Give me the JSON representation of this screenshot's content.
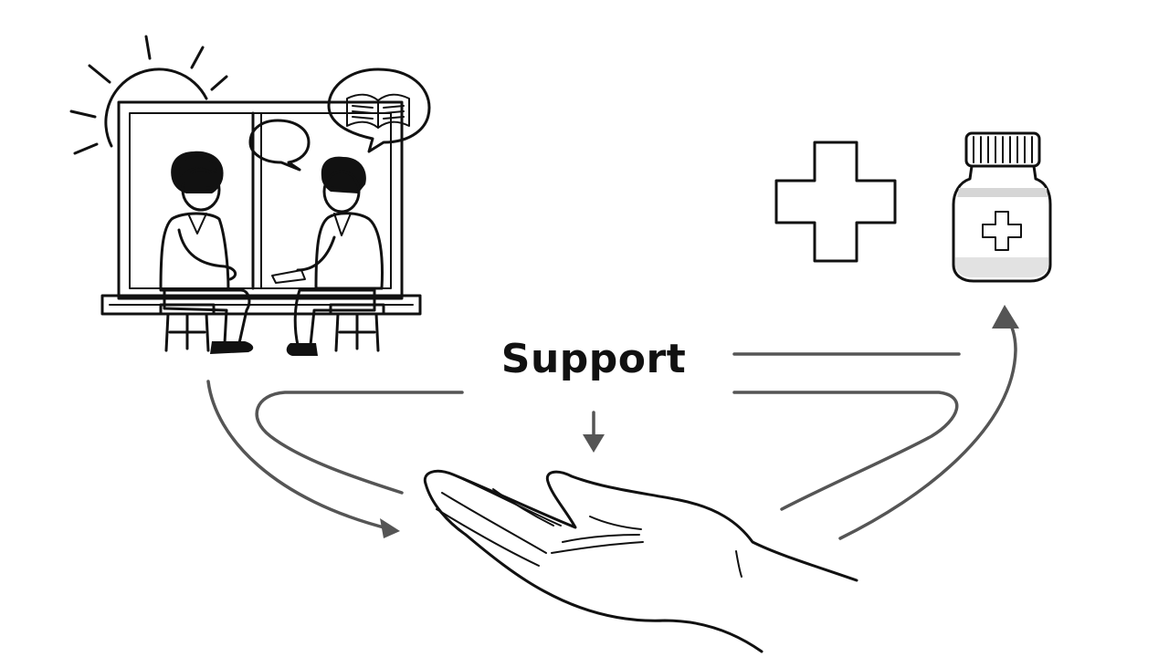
{
  "diagram": {
    "center_label": "Support",
    "colors": {
      "ink": "#111111",
      "flow_arrows": "#555555",
      "shading": "#9a9a9a",
      "background": "#ffffff"
    },
    "nodes": [
      {
        "id": "counseling",
        "icon": "two-people-talking-icon"
      },
      {
        "id": "medical",
        "icon": "medical-cross-icon"
      },
      {
        "id": "medication",
        "icon": "medicine-bottle-icon"
      },
      {
        "id": "care",
        "icon": "open-hand-icon"
      }
    ],
    "flows": [
      {
        "from": "counseling",
        "to": "care"
      },
      {
        "from": "support-label",
        "to": "care"
      },
      {
        "from": "care",
        "to": "medication"
      }
    ]
  }
}
